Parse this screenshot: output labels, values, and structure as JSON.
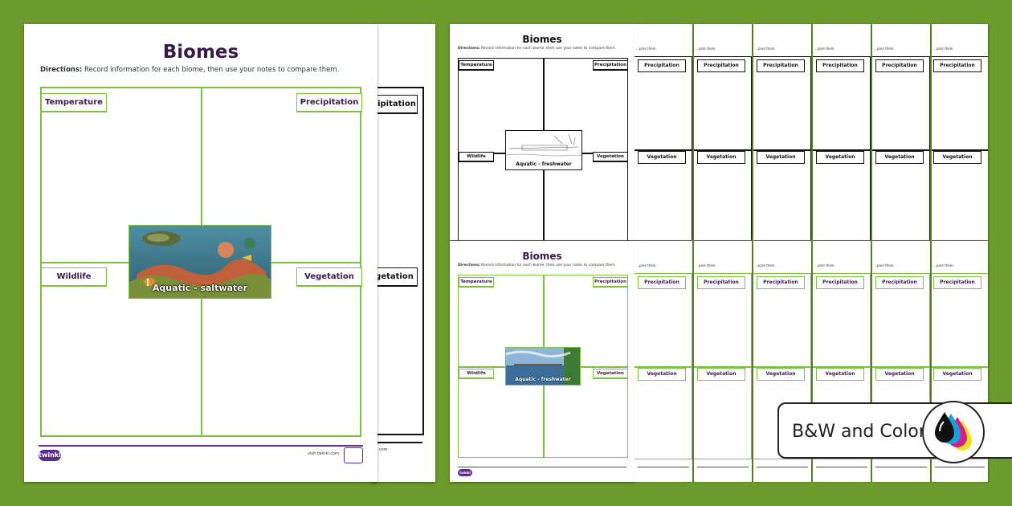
{
  "worksheet": {
    "title": "Biomes",
    "directions_label": "Directions:",
    "directions_text": " Record information for each biome, then use your notes to compare them.",
    "labels": {
      "temperature": "Temperature",
      "precipitation": "Precipitation",
      "wildlife": "Wildlife",
      "vegetation": "Vegetation"
    },
    "footer": {
      "brand": "twinkl",
      "website": "visit twinkl.com"
    }
  },
  "biomes": {
    "saltwater": "Aquatic - saltwater",
    "freshwater": "Aquatic - freshwater"
  },
  "back_sheet_labels": {
    "precipitation": "cipitation",
    "vegetation": "getation"
  },
  "back_sheet_footer": "kl.com",
  "thumbnail_directions": "...pare them.",
  "badge": {
    "text": "B&W and Color"
  },
  "colors": {
    "background": "#6c9a2c",
    "accent_green": "#7cc242",
    "brand_purple": "#5b2d86",
    "title_purple": "#3a1a4e"
  }
}
